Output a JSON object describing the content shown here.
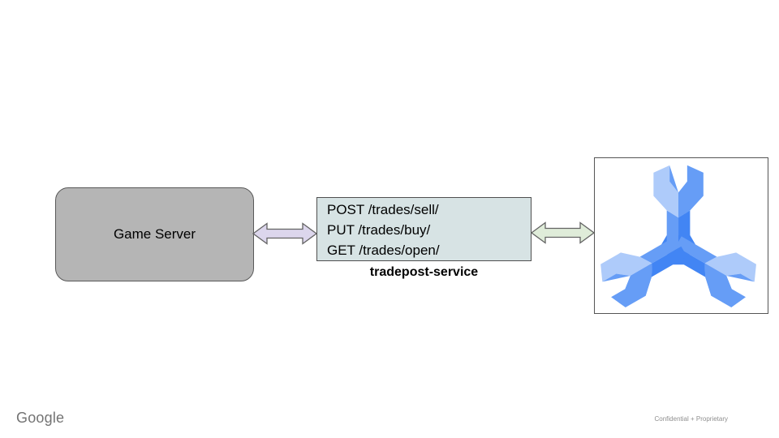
{
  "slide": {
    "background": "#ffffff"
  },
  "nodes": {
    "game_server": {
      "label": "Game Server",
      "fill": "#b5b5b5",
      "border": "#595959"
    },
    "api_box": {
      "lines": [
        "POST /trades/sell/",
        "PUT /trades/buy/",
        "GET /trades/open/"
      ],
      "fill": "#d7e3e4",
      "border": "#4f4f4f"
    },
    "service_label": "tradepost-service",
    "spanner_icon": {
      "name": "cloud-spanner-icon",
      "colors": {
        "light": "#aecbfa",
        "medium": "#669df6",
        "dark": "#4285f4"
      }
    }
  },
  "connectors": {
    "left_arrow": {
      "type": "double-headed",
      "fill": "#dcd6ec",
      "stroke": "#636363",
      "connects": [
        "game_server",
        "api_box"
      ]
    },
    "right_arrow": {
      "type": "double-headed",
      "fill": "#dfecd9",
      "stroke": "#636363",
      "connects": [
        "api_box",
        "spanner_icon"
      ]
    }
  },
  "footer": {
    "brand": "Google",
    "note": "Confidential + Proprietary"
  }
}
